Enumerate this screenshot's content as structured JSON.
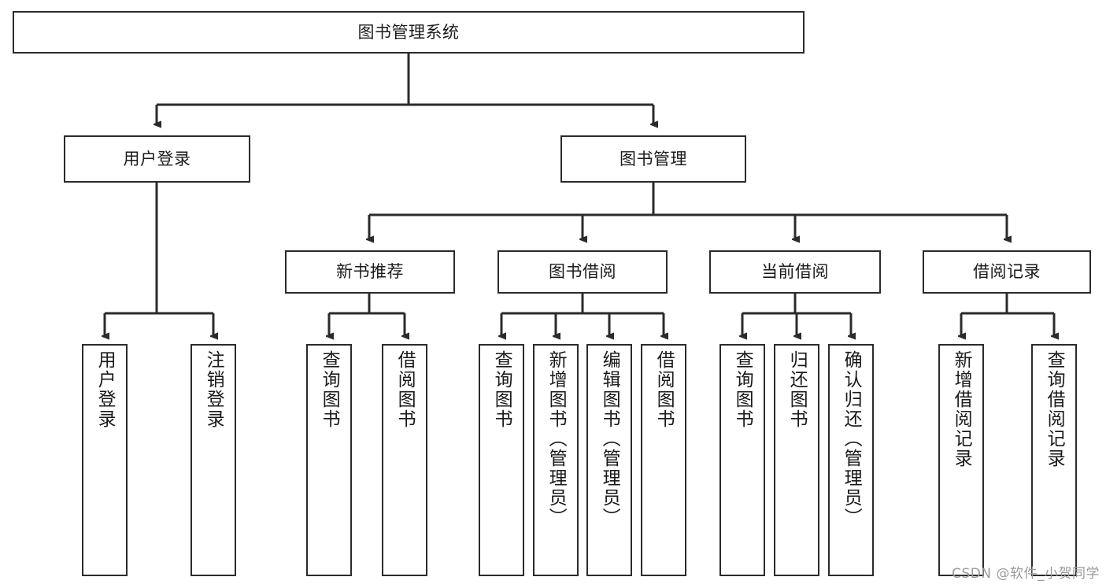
{
  "diagram": {
    "type": "tree",
    "title": "图书管理系统",
    "watermark": "CSDN @软件_小贺同学",
    "colors": {
      "stroke": "#2b2b2b",
      "fill": "#ffffff",
      "text": "#1a1a1a",
      "watermark": "#9a9a9a"
    },
    "nodes": {
      "root": {
        "label": "图书管理系统",
        "level": 0,
        "orientation": "horizontal"
      },
      "user_login": {
        "label": "用户登录",
        "level": 1,
        "orientation": "horizontal"
      },
      "book_manage": {
        "label": "图书管理",
        "level": 1,
        "orientation": "horizontal"
      },
      "new_book_rec": {
        "label": "新书推荐",
        "level": 2,
        "orientation": "horizontal"
      },
      "book_borrow": {
        "label": "图书借阅",
        "level": 2,
        "orientation": "horizontal"
      },
      "current_borrow": {
        "label": "当前借阅",
        "level": 2,
        "orientation": "horizontal"
      },
      "borrow_record": {
        "label": "借阅记录",
        "level": 2,
        "orientation": "horizontal"
      },
      "leaf_user_login": {
        "label": "用户登录",
        "level": 3,
        "orientation": "vertical"
      },
      "leaf_logout": {
        "label": "注销登录",
        "level": 3,
        "orientation": "vertical"
      },
      "leaf_query_book_1": {
        "label": "查询图书",
        "level": 3,
        "orientation": "vertical"
      },
      "leaf_borrow_book_1": {
        "label": "借阅图书",
        "level": 3,
        "orientation": "vertical"
      },
      "leaf_query_book_2": {
        "label": "查询图书",
        "level": 3,
        "orientation": "vertical"
      },
      "leaf_add_book": {
        "label": "新增图书（管理员）",
        "level": 3,
        "orientation": "vertical"
      },
      "leaf_edit_book": {
        "label": "编辑图书（管理员）",
        "level": 3,
        "orientation": "vertical"
      },
      "leaf_borrow_book_2": {
        "label": "借阅图书",
        "level": 3,
        "orientation": "vertical"
      },
      "leaf_query_book_3": {
        "label": "查询图书",
        "level": 3,
        "orientation": "vertical"
      },
      "leaf_return_book": {
        "label": "归还图书",
        "level": 3,
        "orientation": "vertical"
      },
      "leaf_confirm_return": {
        "label": "确认归还（管理员）",
        "level": 3,
        "orientation": "vertical"
      },
      "leaf_add_record": {
        "label": "新增借阅记录",
        "level": 3,
        "orientation": "vertical"
      },
      "leaf_query_record": {
        "label": "查询借阅记录",
        "level": 3,
        "orientation": "vertical"
      }
    },
    "edges": [
      {
        "from": "root",
        "to": "user_login"
      },
      {
        "from": "root",
        "to": "book_manage"
      },
      {
        "from": "book_manage",
        "to": "new_book_rec"
      },
      {
        "from": "book_manage",
        "to": "book_borrow"
      },
      {
        "from": "book_manage",
        "to": "current_borrow"
      },
      {
        "from": "book_manage",
        "to": "borrow_record"
      },
      {
        "from": "user_login",
        "to": "leaf_user_login"
      },
      {
        "from": "user_login",
        "to": "leaf_logout"
      },
      {
        "from": "new_book_rec",
        "to": "leaf_query_book_1"
      },
      {
        "from": "new_book_rec",
        "to": "leaf_borrow_book_1"
      },
      {
        "from": "book_borrow",
        "to": "leaf_query_book_2"
      },
      {
        "from": "book_borrow",
        "to": "leaf_add_book"
      },
      {
        "from": "book_borrow",
        "to": "leaf_edit_book"
      },
      {
        "from": "book_borrow",
        "to": "leaf_borrow_book_2"
      },
      {
        "from": "current_borrow",
        "to": "leaf_query_book_3"
      },
      {
        "from": "current_borrow",
        "to": "leaf_return_book"
      },
      {
        "from": "current_borrow",
        "to": "leaf_confirm_return"
      },
      {
        "from": "borrow_record",
        "to": "leaf_add_record"
      },
      {
        "from": "borrow_record",
        "to": "leaf_query_record"
      }
    ]
  }
}
